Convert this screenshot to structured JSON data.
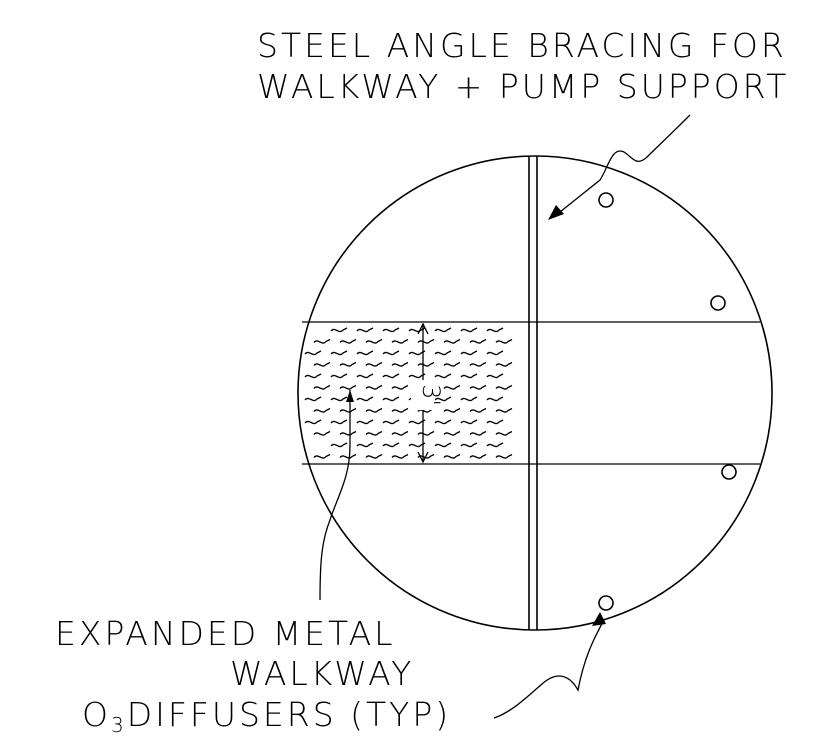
{
  "labels": {
    "bracing_line1": "STEEL ANGLE BRACING FOR",
    "bracing_line2": "WALKWAY + PUMP SUPPORT",
    "walkway_line1": "EXPANDED METAL",
    "walkway_line2": "WALKWAY",
    "diffusers_main": "DIFFUSERS (TYP)",
    "ozone_O": "O",
    "ozone_sub": "3",
    "dimension": "3'"
  }
}
